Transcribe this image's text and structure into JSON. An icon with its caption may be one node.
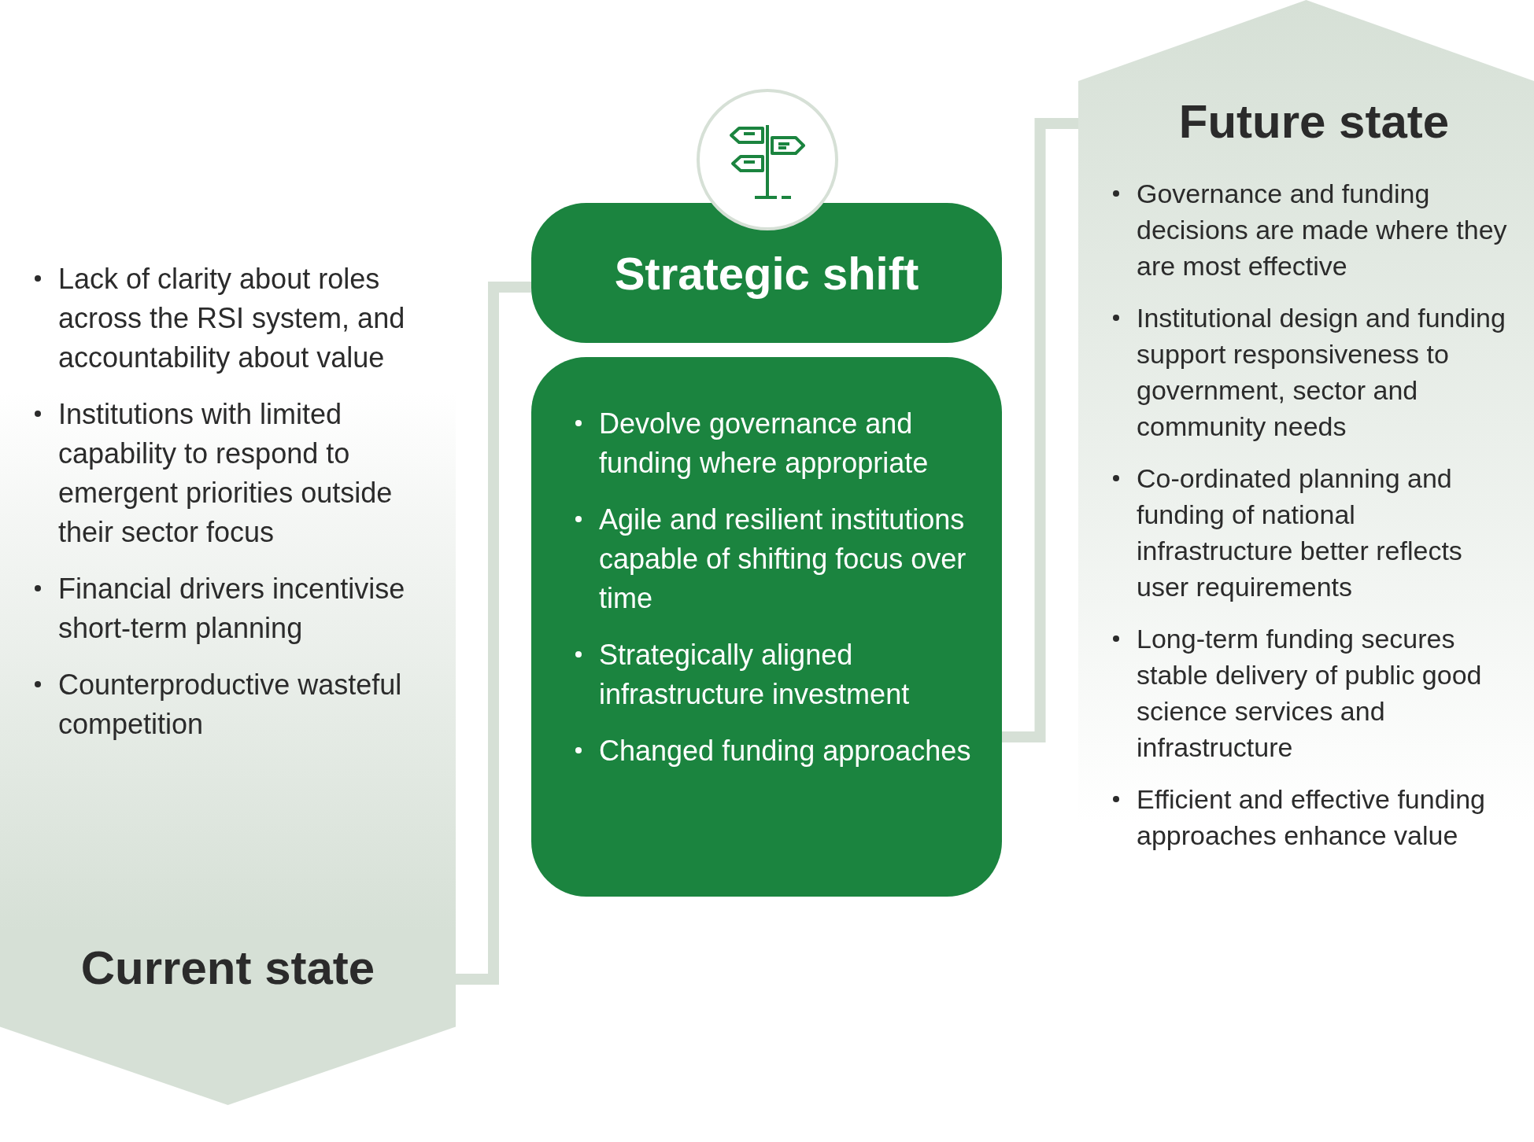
{
  "diagram": {
    "nodes": [
      {
        "text": [
          "Lack of clarity about roles across the RSI system, and accountability about value",
          "Institutions with limited capability to respond to emergent priorities outside their sector focus",
          "Financial drivers incentivise short-term planning",
          "Counterproductive wasteful competition",
          "Current state"
        ]
      },
      {
        "text": [
          "Strategic shift"
        ]
      },
      {
        "text": [
          "Devolve governance and funding where appropriate",
          "Agile and resilient institutions capable of shifting focus over time",
          "Strategically aligned infrastructure investment",
          "Changed funding approaches"
        ]
      },
      {
        "text": [
          "Future state",
          "Governance and funding decisions are made where they are most effective",
          "Institutional design and funding support responsiveness to government, sector and community needs",
          "Co-ordinated planning and funding of national infrastructure better reflects user requirements",
          "Long-term funding secures stable delivery of public good science services and infrastructure",
          "Efficient and effective funding approaches enhance value"
        ]
      }
    ],
    "edges": [
      {
        "from": 0,
        "to": 1,
        "arrow": "none"
      },
      {
        "from": 2,
        "to": 3,
        "arrow": "none"
      }
    ]
  }
}
